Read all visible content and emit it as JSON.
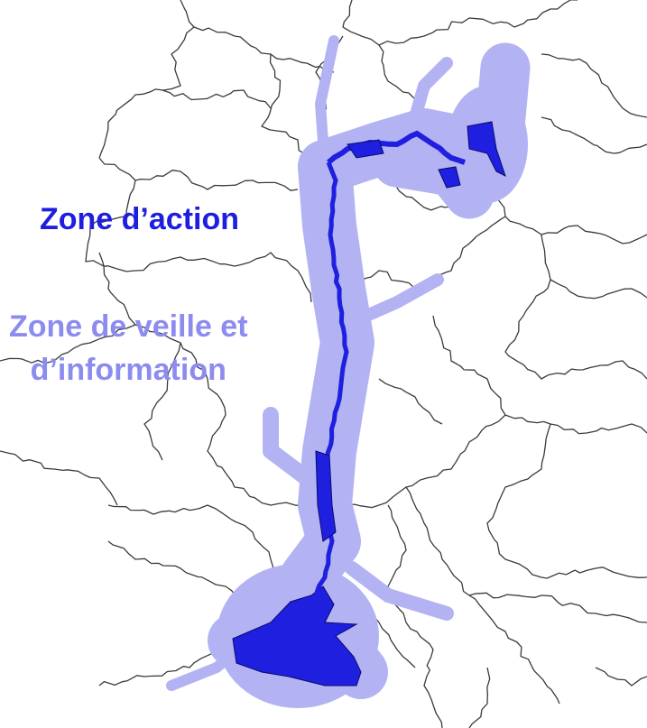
{
  "map": {
    "colors": {
      "background": "#ffffff",
      "borders": "#3a3a3a",
      "buffer_zone": "#b3b3f3",
      "water": "#1f1fe0",
      "water_outline": "#0a0a6a",
      "action_label": "#1e1ee0",
      "veille_label": "#8c8cf0"
    },
    "labels": {
      "action": "Zone d’action",
      "veille_line1": "Zone de veille et",
      "veille_line2": "d’information"
    }
  }
}
